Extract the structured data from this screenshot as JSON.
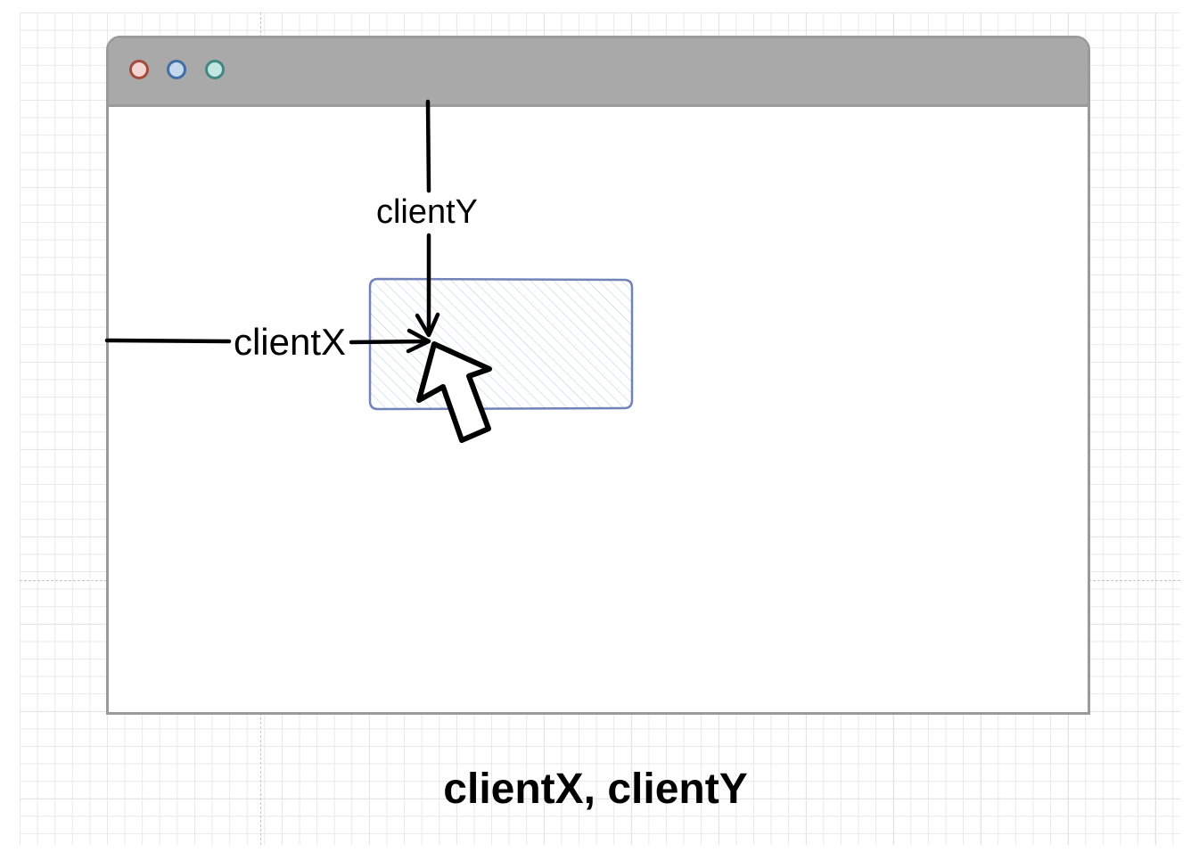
{
  "window": {
    "dots": [
      {
        "name": "close-dot",
        "fill": "#f3d6d3",
        "stroke": "#a34c3c"
      },
      {
        "name": "minimize-dot",
        "fill": "#c5d9ee",
        "stroke": "#3f6fa3"
      },
      {
        "name": "maximize-dot",
        "fill": "#c4e6e3",
        "stroke": "#3f8781"
      }
    ],
    "titlebar_color": "#a9a9a9"
  },
  "diagram": {
    "labels": {
      "client_y": "clientY",
      "client_x": "clientX"
    },
    "element_color": "#7183b8"
  },
  "caption": "clientX, clientY"
}
